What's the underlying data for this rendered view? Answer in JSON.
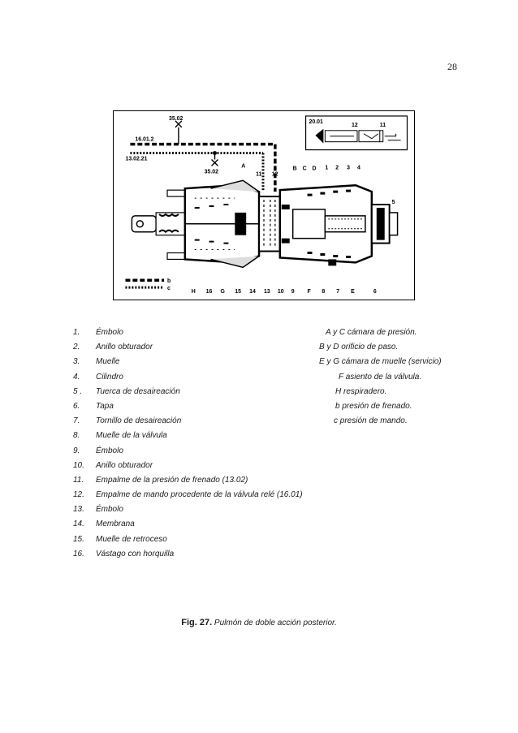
{
  "page": {
    "number": "28"
  },
  "figure": {
    "labels": {
      "conn_top": "35.02",
      "conn_16": "16.01.2",
      "conn_13": "13.02.21",
      "conn_35b": "35.02",
      "inset_title": "20.01",
      "inset_12": "12",
      "inset_11": "11",
      "t_A": "A",
      "t_11": "11",
      "t_12": "12",
      "t_B": "B",
      "t_C": "C",
      "t_D": "D",
      "t_1": "1",
      "t_2": "2",
      "t_3": "3",
      "t_4": "4",
      "t_5": "5",
      "leg_b": "b",
      "leg_c": "c",
      "bottom": [
        "H",
        "16",
        "G",
        "15",
        "14",
        "13",
        "10",
        "9",
        "F",
        "8",
        "7",
        "E",
        "6"
      ]
    }
  },
  "legend_left": [
    {
      "num": "1.",
      "text": "Émbolo"
    },
    {
      "num": "2.",
      "text": "Anillo obturador"
    },
    {
      "num": "3.",
      "text": "Muelle"
    },
    {
      "num": "4.",
      "text": "Cilindro"
    },
    {
      "num": "5 .",
      "text": "Tuerca de desaireación"
    },
    {
      "num": "6.",
      "text": "Tapa"
    },
    {
      "num": "7.",
      "text": "Tornillo de desaireación"
    },
    {
      "num": "8.",
      "text": "Muelle de la válvula"
    },
    {
      "num": "9.",
      "text": "Émbolo"
    },
    {
      "num": "10.",
      "text": "Anillo obturador"
    },
    {
      "num": "11.",
      "text": "Empalme de la presión de frenado (13.02)"
    },
    {
      "num": "12.",
      "text": "Empalme de mando procedente de la válvula relé (16.01)"
    },
    {
      "num": "13.",
      "text": "Émbolo"
    },
    {
      "num": "14.",
      "text": "Membrana"
    },
    {
      "num": "15.",
      "text": "Muelle de retroceso"
    },
    {
      "num": "16.",
      "text": "Vástago con horquilla"
    }
  ],
  "legend_right": [
    "A y C cámara de presión.",
    "B y D  orificio de paso.",
    "E y G  cámara de muelle (servicio)",
    "F asiento de la válvula.",
    "H  respiradero.",
    "b  presión de frenado.",
    "c  presión de mando."
  ],
  "caption": {
    "label": "Fig. 27.",
    "text": "Pulmón de doble acción posterior."
  }
}
